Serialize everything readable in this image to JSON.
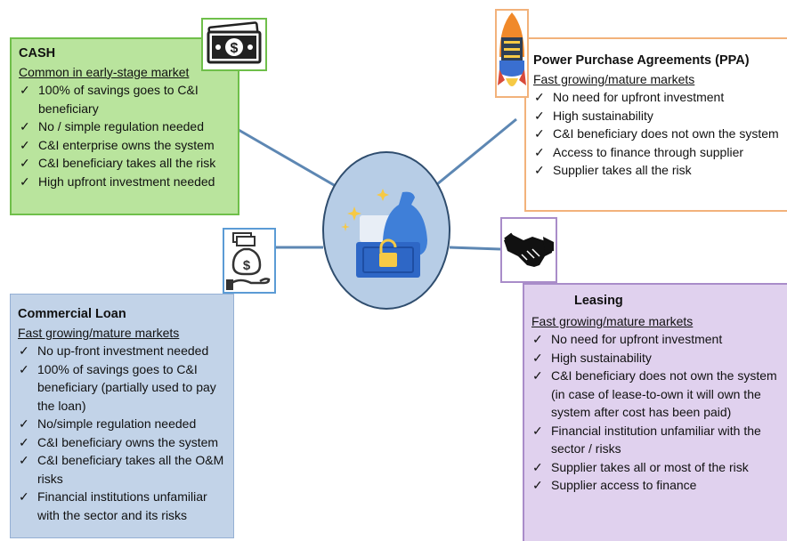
{
  "cash": {
    "title": "CASH",
    "subtitle": "Common in early-stage market",
    "items": [
      "100% of savings goes to C&I beneficiary",
      "No / simple regulation needed",
      "C&I enterprise owns the system",
      "C&I beneficiary takes all the risk",
      "High upfront investment needed"
    ],
    "icon": "money-bill-icon"
  },
  "ppa": {
    "title": "Power Purchase Agreements (PPA)",
    "subtitle": "Fast growing/mature markets",
    "items": [
      "No need for upfront investment",
      "High sustainability",
      "C&I beneficiary does not own the system",
      "Access to finance through supplier",
      "Supplier takes all the risk"
    ],
    "icon": "rocket-icon"
  },
  "loan": {
    "title": "Commercial Loan",
    "subtitle": "Fast growing/mature markets",
    "items": [
      "No up-front investment needed",
      "100% of savings goes to C&I beneficiary (partially used to pay the loan)",
      "No/simple regulation needed",
      "C&I beneficiary owns the system",
      "C&I beneficiary takes all the O&M risks",
      "Financial institutions unfamiliar with the sector and its risks"
    ],
    "icon": "money-hand-icon"
  },
  "leasing": {
    "title": "Leasing",
    "subtitle": "Fast growing/mature markets",
    "items": [
      "No need for upfront investment",
      "High sustainability",
      "C&I beneficiary does not own the system (in case of lease-to-own it will own the system after cost has been paid)",
      "Financial institution unfamiliar with the sector / risks",
      "Supplier takes all or most of the risk",
      "Supplier access to finance"
    ],
    "icon": "handshake-icon"
  },
  "center": {
    "icon": "money-bag-unlock-icon"
  },
  "colors": {
    "cash_fill": "#b9e49d",
    "loan_fill": "#c2d3e8",
    "leasing_fill": "#e0d1ee",
    "ppa_border": "#f2b27b",
    "connector": "#5d87b3",
    "center_fill": "#b7cde6"
  }
}
